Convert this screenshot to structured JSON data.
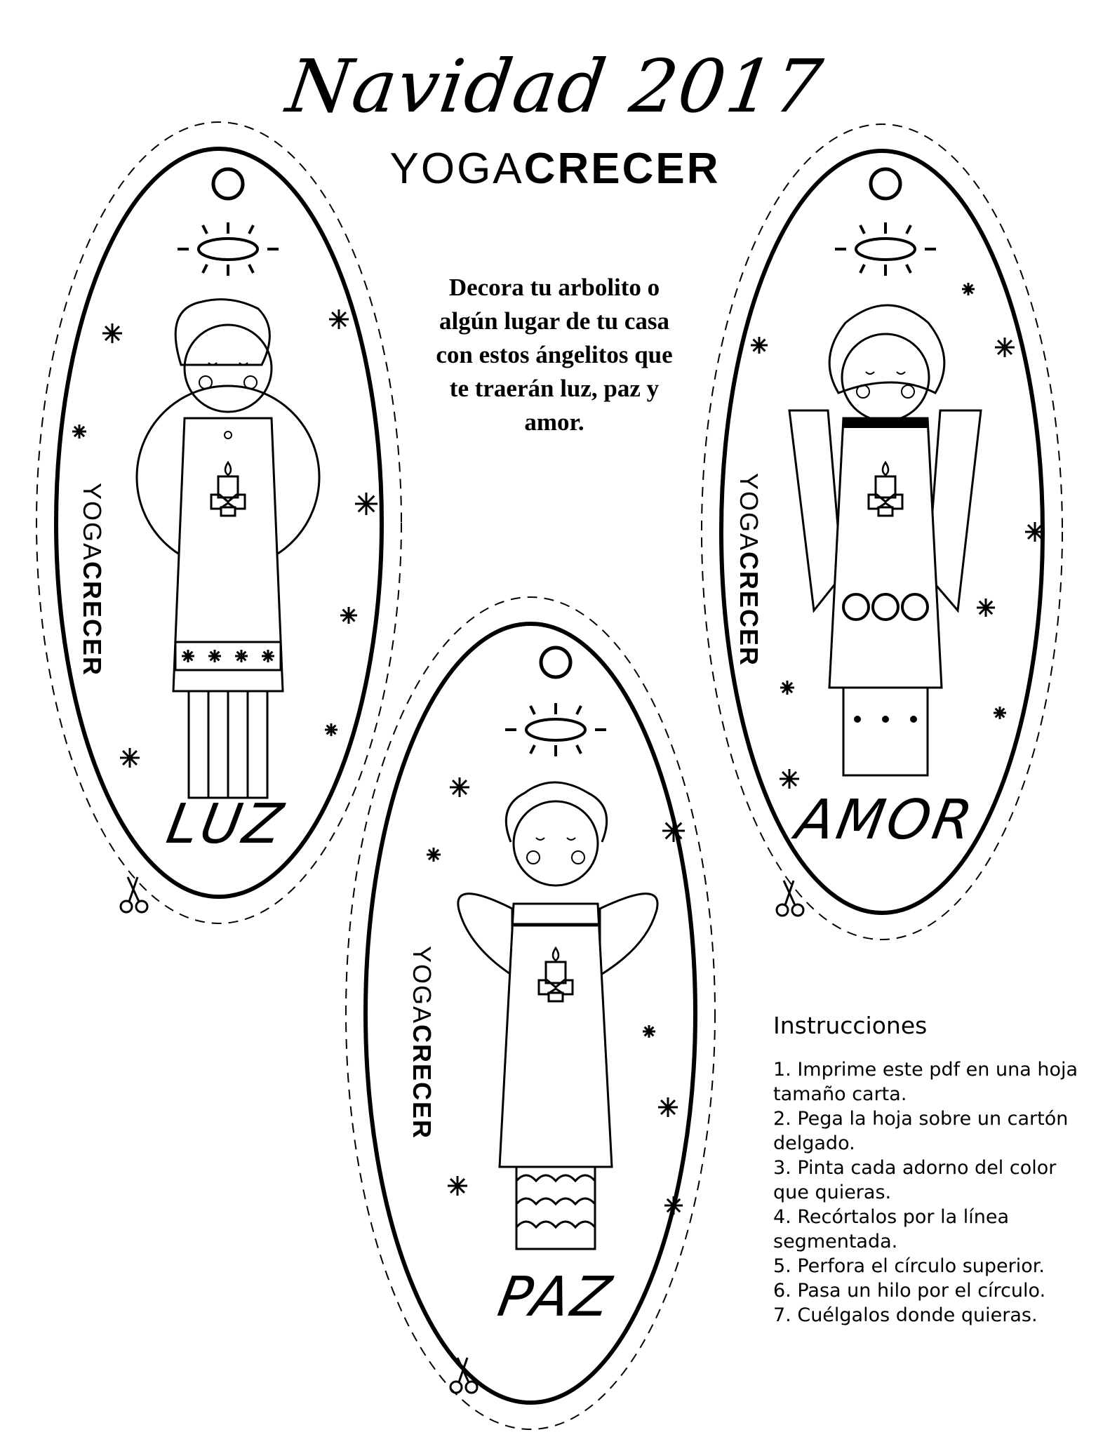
{
  "header": {
    "title": "Navidad 2017",
    "brand_light": "YOGA",
    "brand_bold": "CRECER"
  },
  "intro_text": "Decora tu arbolito o algún lugar de tu casa con estos ángelitos que te traerán luz, paz y amor.",
  "ornaments": [
    {
      "word": "LUZ",
      "brand_light": "YOGA",
      "brand_bold": "CRECER"
    },
    {
      "word": "AMOR",
      "brand_light": "YOGA",
      "brand_bold": "CRECER"
    },
    {
      "word": "PAZ",
      "brand_light": "YOGA",
      "brand_bold": "CRECER"
    }
  ],
  "instructions": {
    "heading": "Instrucciones",
    "steps": [
      "1. Imprime este pdf en una hoja tamaño carta.",
      "2. Pega la hoja sobre un cartón delgado.",
      "3. Pinta cada adorno del color que quieras.",
      "4. Recórtalos por la línea segmentada.",
      "5. Perfora el círculo superior.",
      "6. Pasa un hilo por el círculo.",
      "7. Cuélgalos donde quieras."
    ]
  },
  "colors": {
    "ink": "#000000",
    "paper": "#ffffff"
  }
}
